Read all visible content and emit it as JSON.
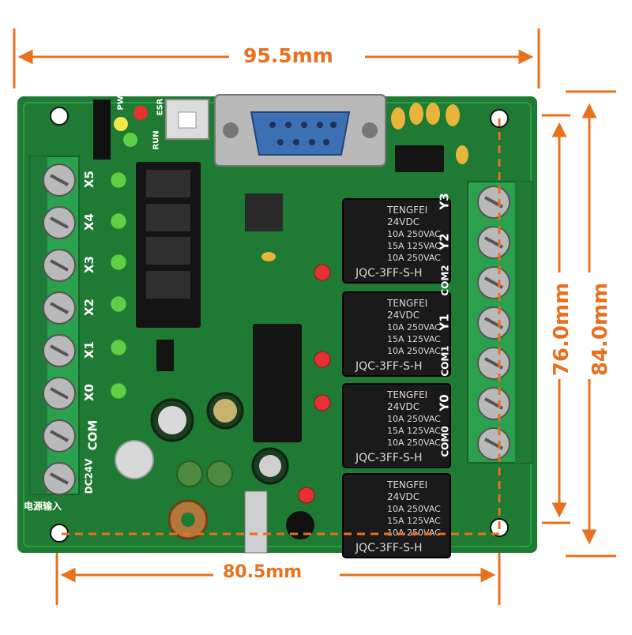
{
  "dimensions": {
    "board_width": "95.5mm",
    "board_height": "84.0mm",
    "hole_spacing_horizontal": "80.5mm",
    "hole_spacing_vertical": "76.0mm"
  },
  "board": {
    "left_terminals": [
      "X5",
      "X4",
      "X3",
      "X2",
      "X1",
      "X0",
      "COM",
      "DC24V"
    ],
    "right_terminals": [
      "Y3",
      "Y2",
      "COM2",
      "Y1",
      "COM1",
      "Y0",
      "COM0"
    ],
    "power_input": "电源输入",
    "pwr": "PWR",
    "run": "RUN",
    "esr": "ESR",
    "relay": {
      "brand": "TENGFEI",
      "voltage": "24VDC",
      "rating1": "10A 250VAC",
      "rating2": "15A 125VAC",
      "rating3": "10A 250VAC",
      "model": "JQC-3FF-S-H"
    }
  },
  "colors": {
    "pcb": "#1e7a33",
    "terminal": "#2aa14c",
    "dimension": "#e8701e"
  }
}
